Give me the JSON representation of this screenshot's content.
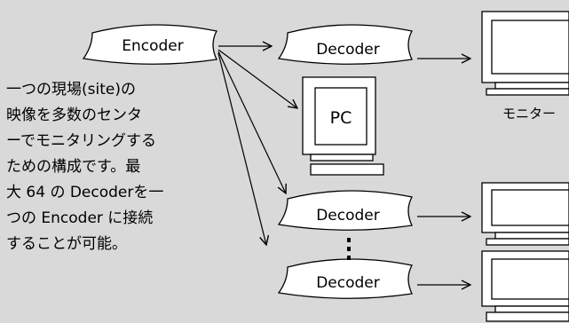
{
  "nodes": {
    "encoder": "Encoder",
    "decoder_1": "Decoder",
    "decoder_2": "Decoder",
    "decoder_3": "Decoder",
    "pc": "PC",
    "monitor_caption": "モニター"
  },
  "description": {
    "lines": [
      "一つの現場(site)の",
      "映像を多数のセンタ",
      "ーでモニタリングする",
      "ための構成です。最",
      "大 64 の Decoderを一",
      "つの Encoder に接続",
      "することが可能。"
    ]
  },
  "colors": {
    "background": "#d9d9d9",
    "shape_fill": "#ffffff",
    "stroke": "#000000"
  }
}
